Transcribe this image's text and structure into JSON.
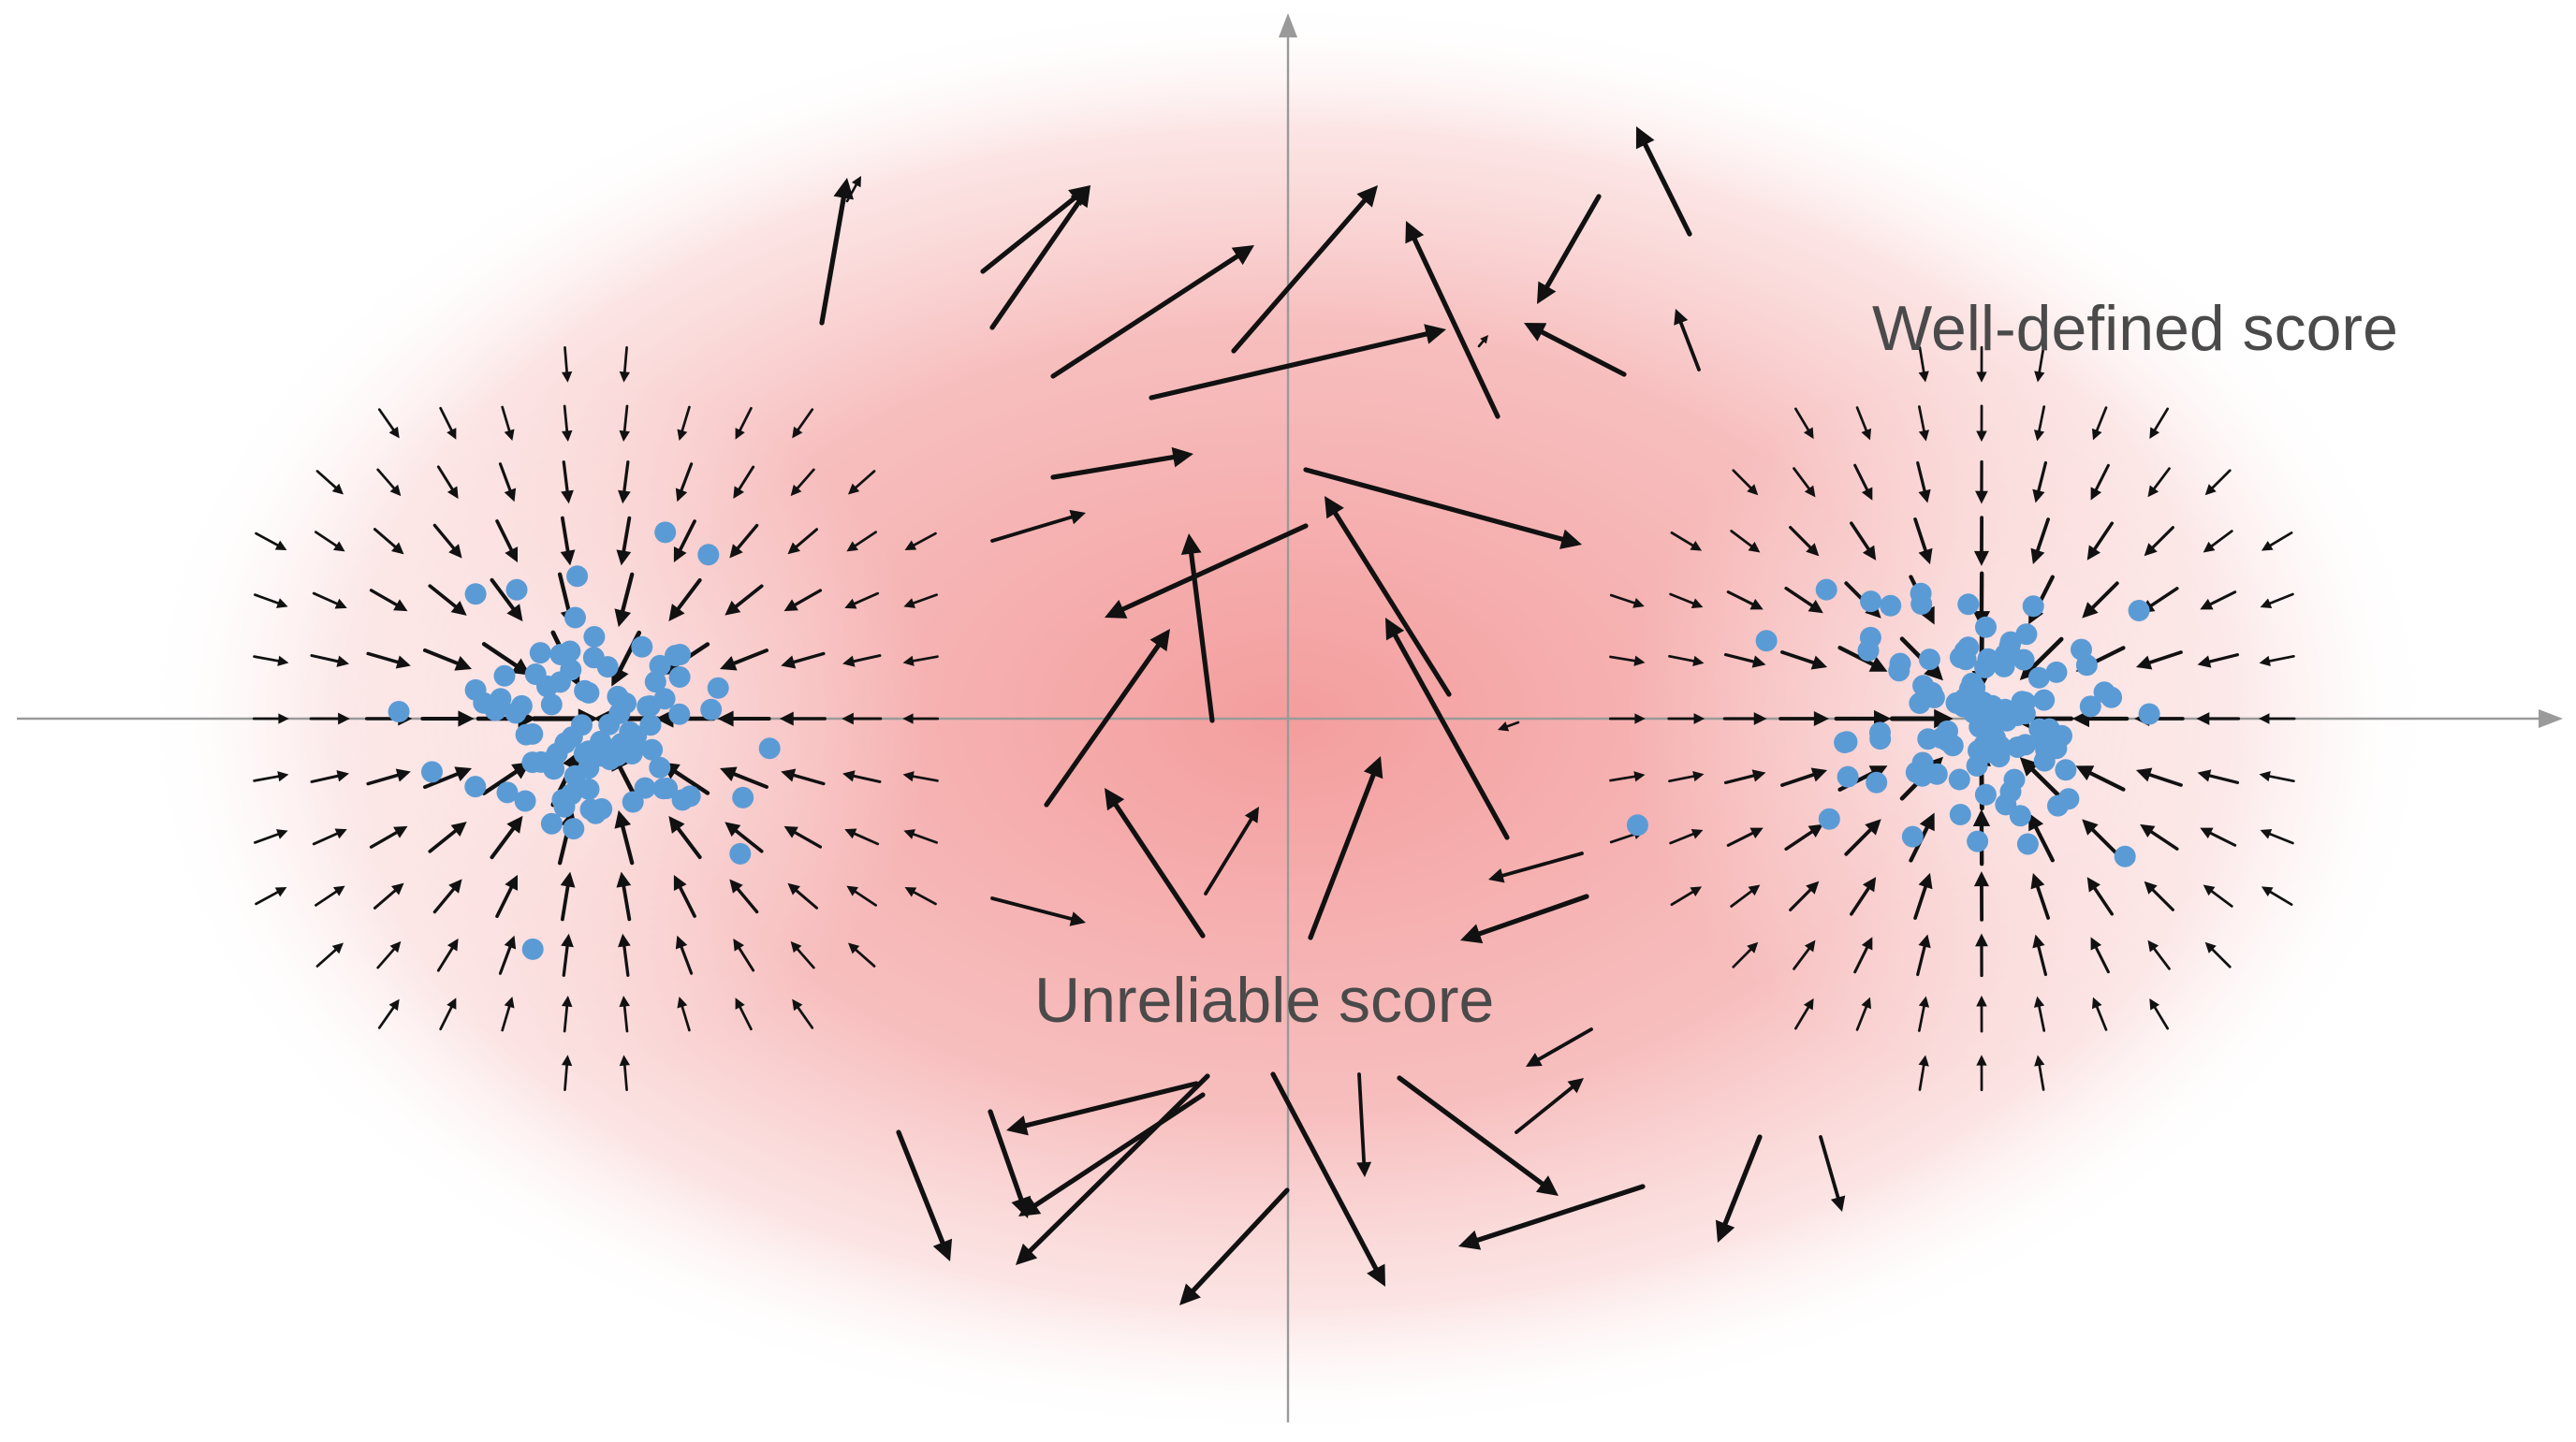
{
  "labels": {
    "well_defined": "Well-defined score",
    "unreliable": "Unreliable score"
  },
  "colors": {
    "background": "#ffffff",
    "uncertainty_glow": "#f28c8c",
    "data_points": "#5b9bd5",
    "arrows": "#111111",
    "axes": "#9a9a9a"
  },
  "modes": [
    {
      "center": [
        -0.75,
        0.0
      ],
      "point_count": 95
    },
    {
      "center": [
        0.75,
        0.0
      ],
      "point_count": 110
    }
  ]
}
